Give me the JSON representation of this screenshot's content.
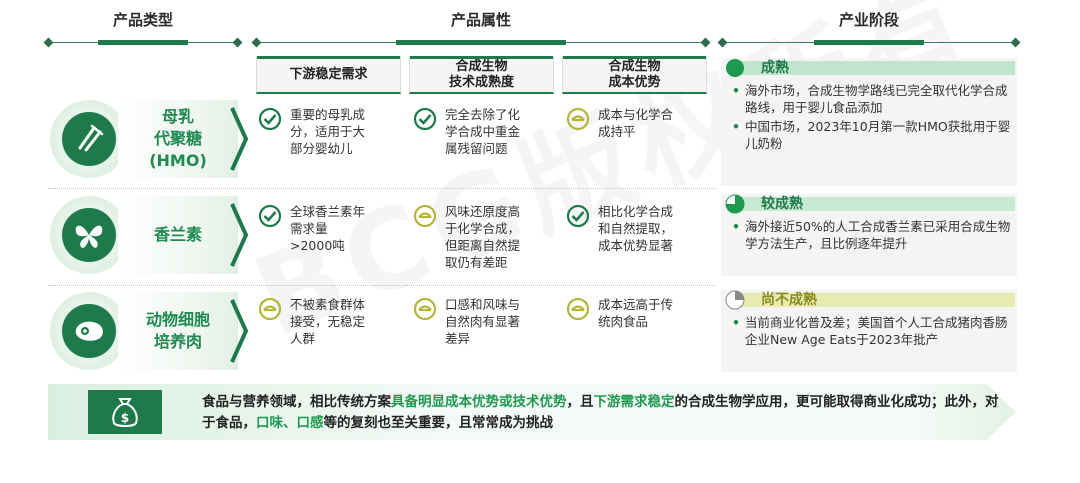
{
  "headers": {
    "product_type": "产品类型",
    "product_attr": "产品属性",
    "industry_stage": "产业阶段"
  },
  "attr_columns": [
    "下游稳定需求",
    "合成生物\n技术成熟度",
    "合成生物\n成本优势"
  ],
  "rows": [
    {
      "name": "母乳\n代聚糖\n(HMO)",
      "icon": "test-tube-icon",
      "cells": [
        {
          "status": "check",
          "text": "重要的母乳成\n分，适用于大\n部分婴幼儿"
        },
        {
          "status": "check",
          "text": "完全去除了化\n学合成中重金\n属残留问题"
        },
        {
          "status": "neutral",
          "text": "成本与化学合\n成持平"
        }
      ],
      "stage": {
        "level": "成熟",
        "fill": 1.0,
        "bullets": [
          "海外市场，合成生物学路线已完全取代化学合成路线，用于婴儿食品添加",
          "中国市场，2023年10月第一款HMO获批用于婴儿奶粉"
        ]
      }
    },
    {
      "name": "香兰素",
      "icon": "butterfly-icon",
      "cells": [
        {
          "status": "check",
          "text": "全球香兰素年\n需求量\n>2000吨"
        },
        {
          "status": "neutral",
          "text": "风味还原度高\n于化学合成，\n但距离自然提\n取仍有差距"
        },
        {
          "status": "check",
          "text": "相比化学合成\n和自然提取，\n成本优势显著"
        }
      ],
      "stage": {
        "level": "较成熟",
        "fill": 0.75,
        "bullets": [
          "海外接近50%的人工合成香兰素已采用合成生物学方法生产，且比例逐年提升"
        ]
      }
    },
    {
      "name": "动物细胞\n培养肉",
      "icon": "meat-icon",
      "cells": [
        {
          "status": "neutral",
          "text": "不被素食群体\n接受，无稳定\n人群"
        },
        {
          "status": "neutral",
          "text": "口感和风味与\n自然肉有显著\n差异"
        },
        {
          "status": "neutral",
          "text": "成本远高于传\n统肉食品"
        }
      ],
      "stage": {
        "level": "尚不成熟",
        "fill": 0.25,
        "bullets": [
          "当前商业化普及差；美国首个人工合成猪肉香肠企业New Age Eats于2023年批产"
        ]
      }
    }
  ],
  "colors": {
    "green": "#1e7a4a",
    "bright_green": "#1e9a4f",
    "lime": "#c8c84a"
  },
  "footer": {
    "icon": "money-bag-icon",
    "p1": "食品与营养领域，相比传统方案",
    "h1": "具备明显成本优势或技术优势",
    "p2": "，且",
    "h2": "下游需求稳定",
    "p3": "的合成生物学应用，更可能取得商业化成功；此外，对于食品，",
    "h3": "口味、口感",
    "p4": "等的复刻也至关重要，且常常成为挑战"
  },
  "watermark": "BCG版权所有"
}
